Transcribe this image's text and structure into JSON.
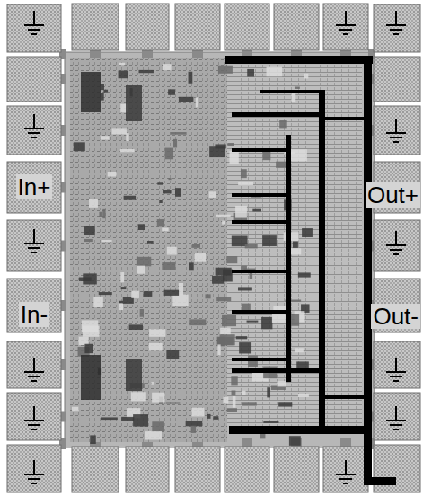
{
  "diagram": {
    "labels": [
      "In+",
      "In-",
      "Out+",
      "Out-"
    ]
  }
}
